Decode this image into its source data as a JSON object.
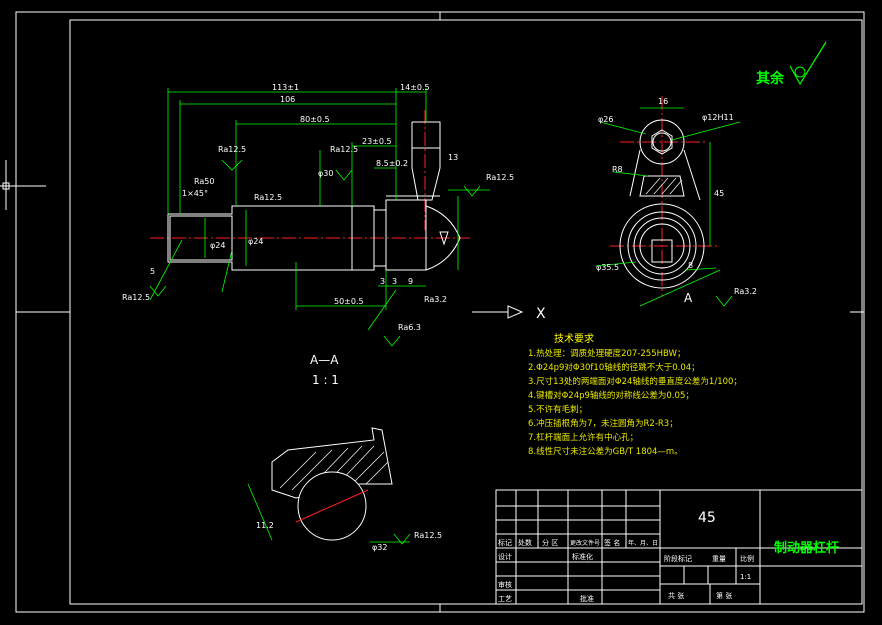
{
  "colors": {
    "background": "#000000",
    "border": "#ffffff",
    "dimension": "#00ff00",
    "centerline": "#ff2020",
    "heading": "#ffff00",
    "text_yellow": "#e8e800",
    "title_block_text": "#ffffff"
  },
  "drawing": {
    "surface_finish_note": "其余",
    "front_view": {
      "dims_top": [
        "113±1",
        "14±0.5",
        "106",
        "80±0.5",
        "23±0.5"
      ],
      "dims_side": [
        "Ra12.5",
        "Ra50",
        "Ra12.5",
        "Ra12.5",
        "Ra12.5",
        "Ra3.2",
        "Ra6.3",
        "Ra12.5"
      ],
      "dims_misc": [
        "1×45°",
        "φ30",
        "φ24",
        "φ24",
        "8.5±0.2",
        "3",
        "3",
        "9",
        "50±0.5",
        "5",
        "13"
      ]
    },
    "side_view": {
      "labels": [
        "16",
        "φ26",
        "φ12H11",
        "R8",
        "45",
        "φ35.5",
        "8",
        "A",
        "Ra3.2"
      ]
    },
    "section": {
      "title": "A—A",
      "scale": "1 : 1",
      "labels": [
        "11.2",
        "φ32",
        "Ra12.5"
      ]
    },
    "arrow_x": "X"
  },
  "tech_requirements": {
    "heading": "技术要求",
    "items": [
      "1.热处理：调质处理硬度207-255HBW；",
      "2.Φ24p9对Φ30f10轴线的径跳不大于0.04；",
      "3.尺寸13处的两端面对Φ24轴线的垂直度公差为1/100；",
      "4.键槽对Φ24p9轴线的对称线公差为0.05；",
      "5.不许有毛刺；",
      "6.冲压插根角为7，未注圆角为R2-R3；",
      "7.杠杆端面上允许有中心孔；",
      "8.线性尺寸未注公差为GB/T 1804—m。"
    ]
  },
  "title_block": {
    "material": "45",
    "part_name": "制动器杠杆",
    "row_headers": [
      "标记",
      "处数",
      "分 区",
      "更改文件号",
      "签 名",
      "年、月、日"
    ],
    "labels": {
      "design": "设计",
      "standardize": "标准化",
      "review": "审核",
      "process": "工艺",
      "approve": "批准",
      "stage_mark": "阶段标记",
      "weight": "重量",
      "scale": "比例",
      "scale_value": "1:1",
      "sheets_total": "共    张",
      "sheet_no": "第    张"
    }
  }
}
